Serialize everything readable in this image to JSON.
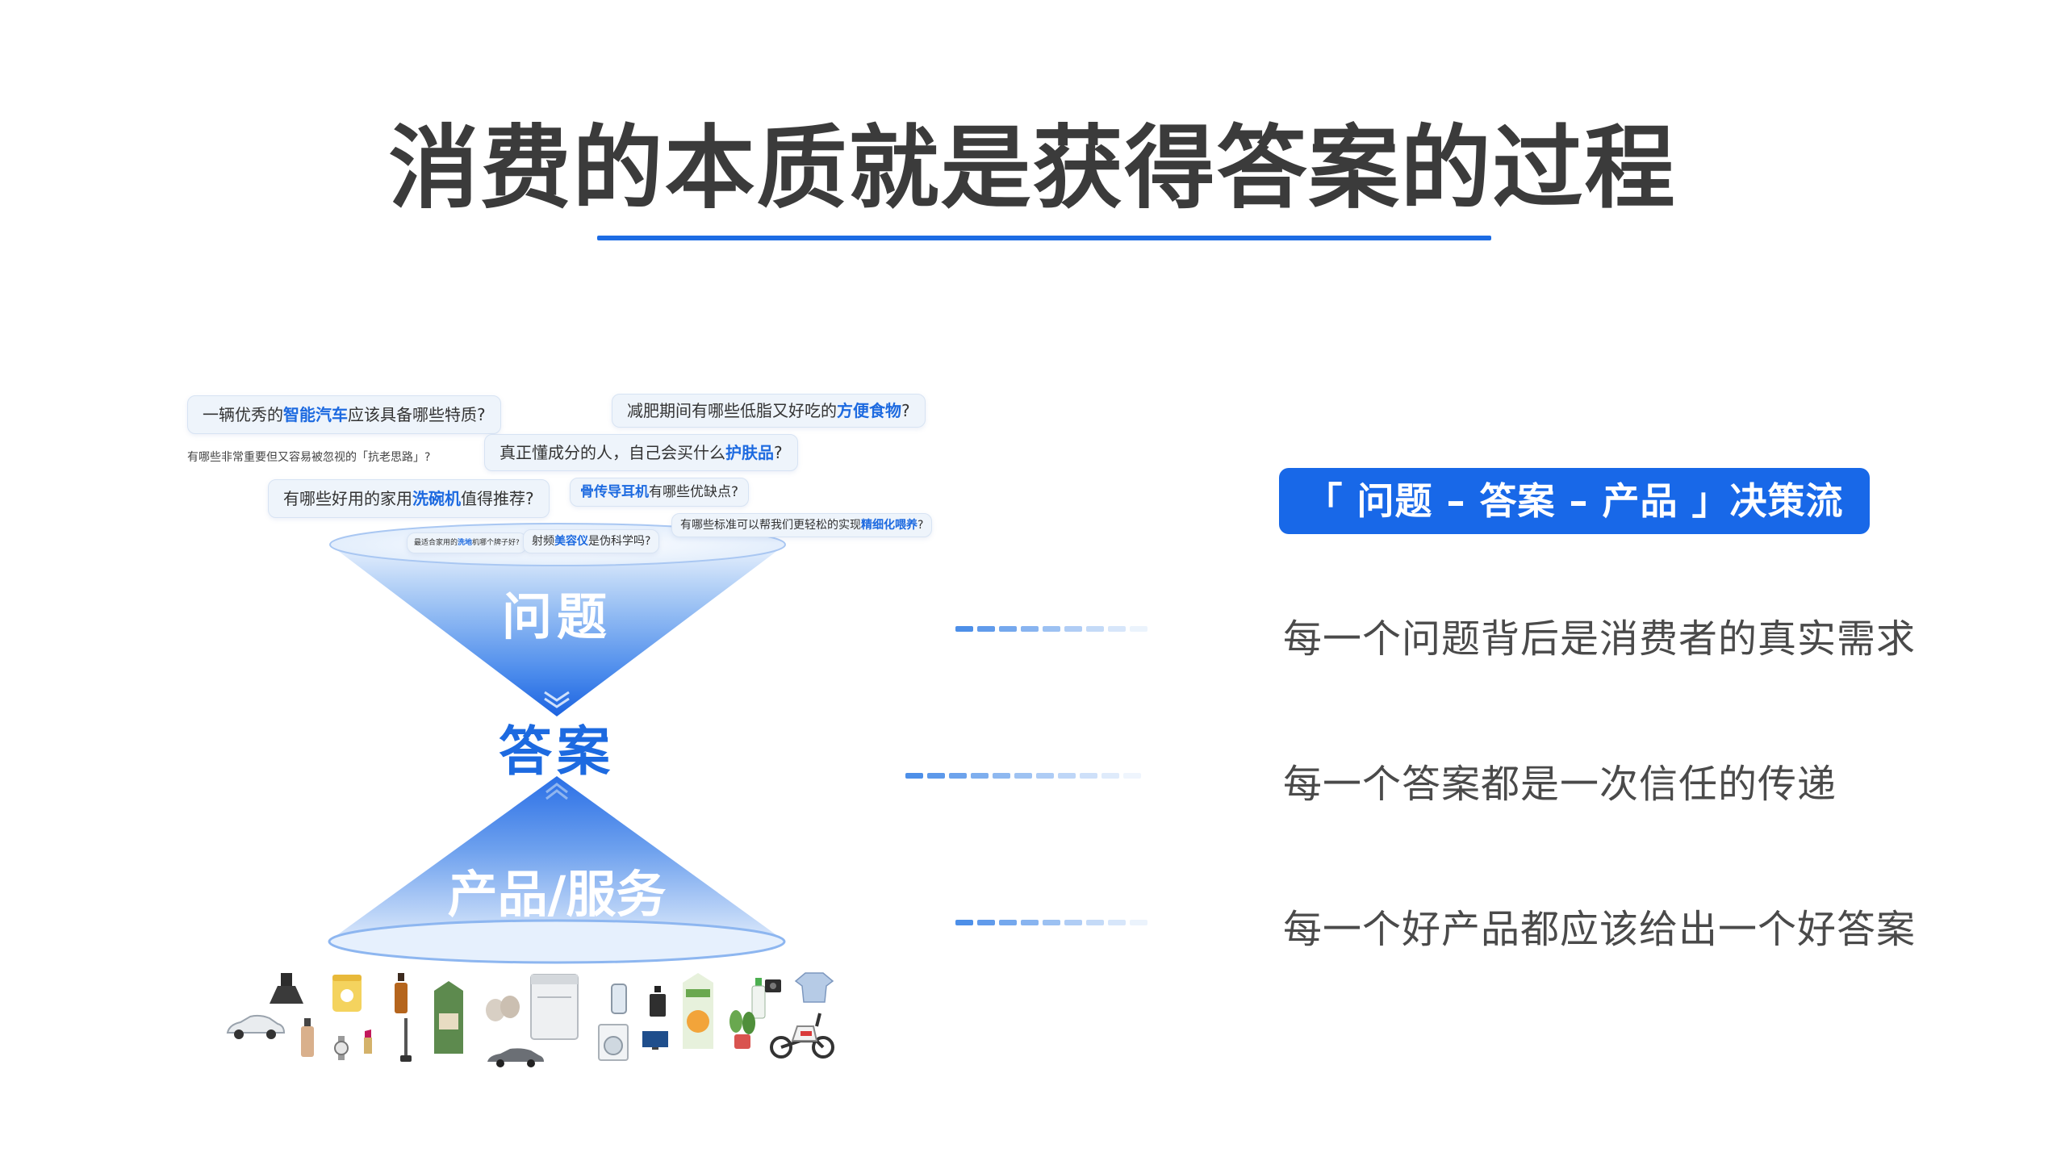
{
  "slide": {
    "title": "消费的本质就是获得答案的过程"
  },
  "questions": [
    {
      "before": "一辆优秀的",
      "highlight": "智能汽车",
      "after": "应该具备哪些特质?"
    },
    {
      "before": "减肥期间有哪些低脂又好吃的",
      "highlight": "方便食物",
      "after": "?"
    },
    {
      "before": "真正懂成分的人，自己会买什么",
      "highlight": "护肤品",
      "after": "?"
    },
    {
      "before": "有哪些非常重要但又容易被忽视的「抗老思路」?",
      "highlight": "",
      "after": ""
    },
    {
      "before": "有哪些好用的家用",
      "highlight": "洗碗机",
      "after": "值得推荐?"
    },
    {
      "before": "",
      "highlight": "骨传导耳机",
      "after": "有哪些优缺点?"
    },
    {
      "before": "有哪些标准可以帮我们更轻松的实现",
      "highlight": "精细化喂养",
      "after": "?"
    },
    {
      "before": "最适合家用的",
      "highlight": "洗地",
      "after": "机哪个牌子好?"
    },
    {
      "before": "射频",
      "highlight": "美容仪",
      "after": "是伪科学吗?"
    }
  ],
  "funnel": {
    "top_label": "问题",
    "middle_label": "答案",
    "bottom_label": "产品/服务"
  },
  "decision_flow": {
    "label": "「 问题 – 答案 – 产品 」决策流"
  },
  "statements": [
    "每一个问题背后是消费者的真实需求",
    "每一个答案都是一次信任的传递",
    "每一个好产品都应该给出一个好答案"
  ],
  "products": [
    "car-icon",
    "range-hood-icon",
    "milk-powder-icon",
    "perfume-icon",
    "drink-carton-icon",
    "earbuds-icon",
    "dishwasher-icon",
    "phone-icon",
    "cologne-icon",
    "juice-carton-icon",
    "spray-bottle-icon",
    "camera-icon",
    "shirt-icon",
    "foundation-bottle-icon",
    "watch-icon",
    "lipstick-icon",
    "vacuum-icon",
    "sedan-icon",
    "washing-machine-icon",
    "tv-icon",
    "plant-icon",
    "scooter-icon"
  ],
  "colors": {
    "accent": "#1d6ae0",
    "title": "#3b3b3b",
    "text": "#4a4a4a"
  }
}
